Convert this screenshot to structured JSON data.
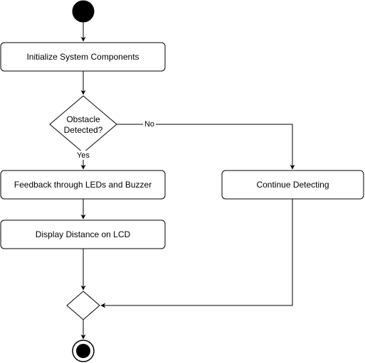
{
  "diagram": {
    "nodes": {
      "init": "Initialize System Components",
      "decision": [
        "Obstacle",
        "Detected?"
      ],
      "feedback": "Feedback through LEDs and Buzzer",
      "display": "Display Distance on LCD",
      "continue": "Continue Detecting"
    },
    "edges": {
      "no_label": "No",
      "yes_label": "Yes"
    }
  },
  "colors": {
    "stroke": "#000000",
    "fill": "#ffffff",
    "start_fill": "#000000"
  }
}
